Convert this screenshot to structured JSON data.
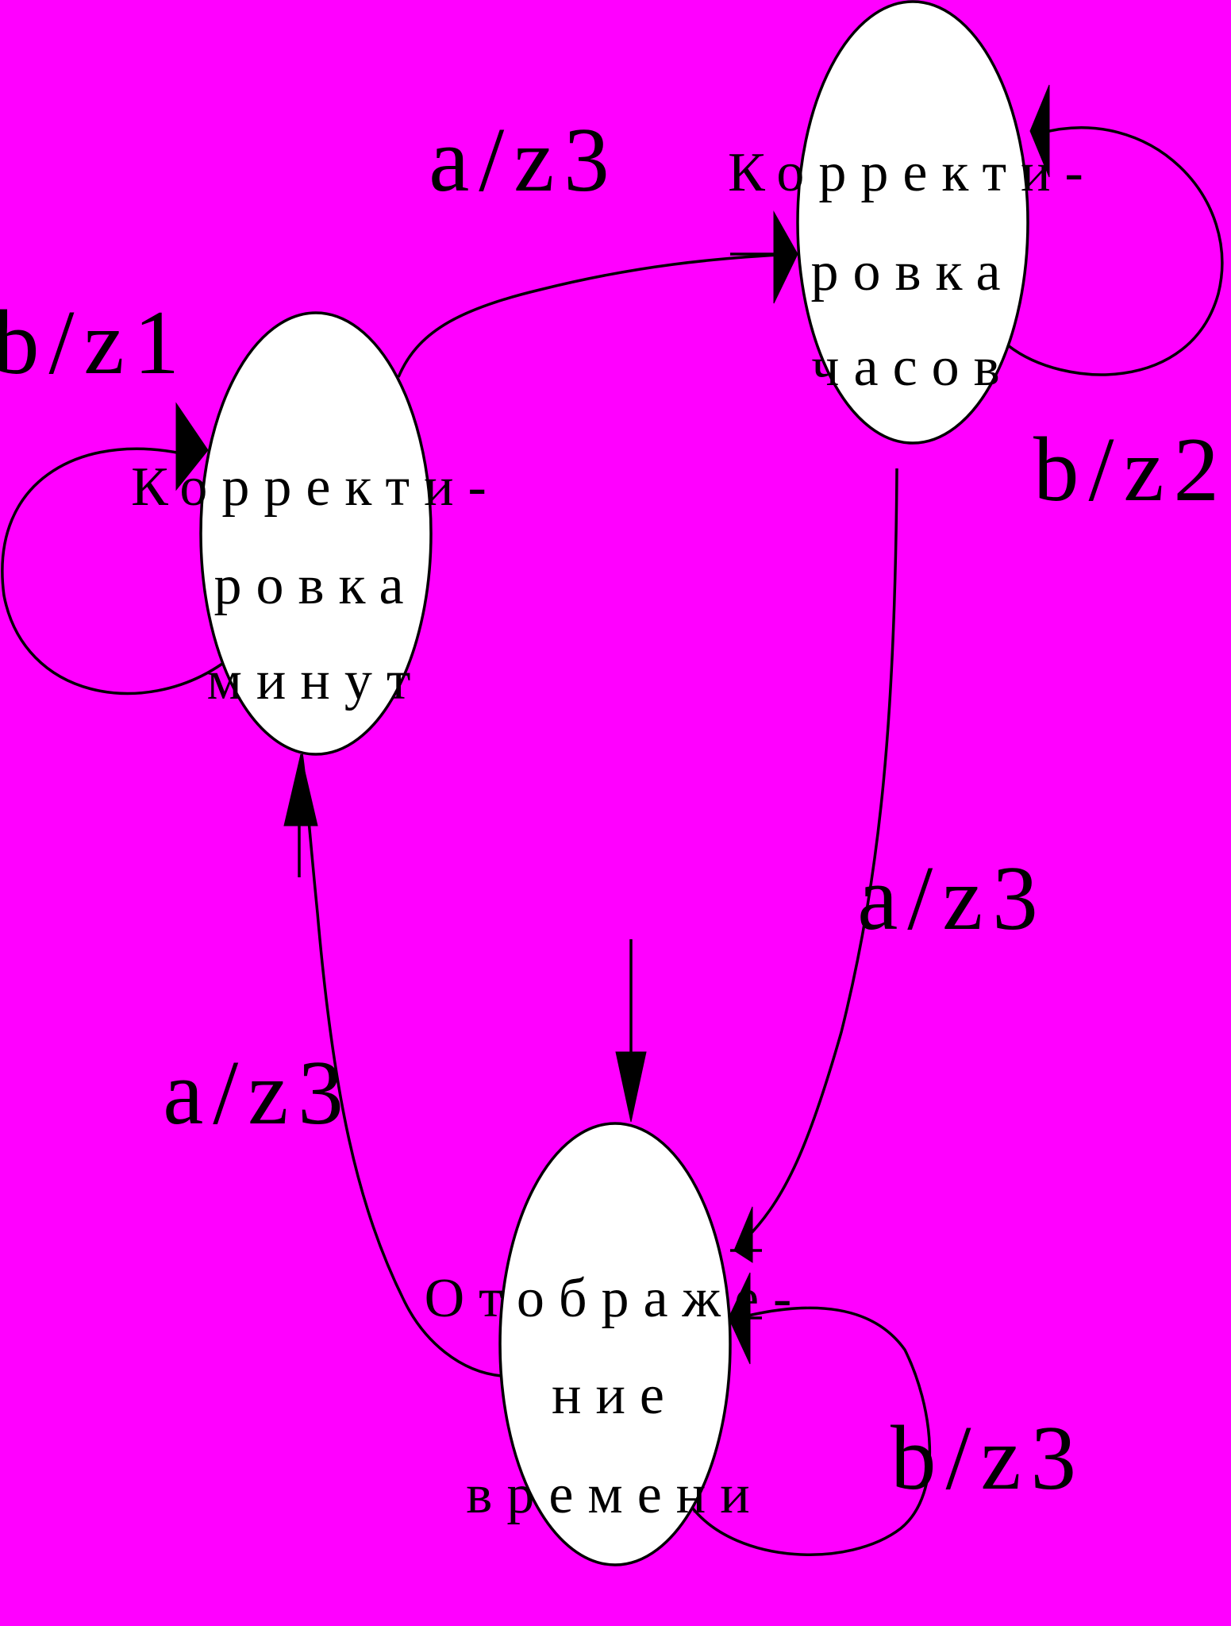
{
  "diagram": {
    "background_color": "#ff00ff",
    "states": {
      "minutes": {
        "lines": [
          "Корректи-",
          "ровка",
          "минут"
        ]
      },
      "hours": {
        "lines": [
          "Корректи-",
          "ровка",
          "часов"
        ]
      },
      "display": {
        "lines": [
          "Отображе-",
          "ние",
          "времени"
        ]
      }
    },
    "transitions": {
      "minutes_self": "b/z1",
      "minutes_to_hours": "a/z3",
      "hours_self": "b/z2",
      "hours_to_display": "a/z3",
      "display_to_minutes": "a/z3",
      "display_self": "b/z3"
    }
  }
}
